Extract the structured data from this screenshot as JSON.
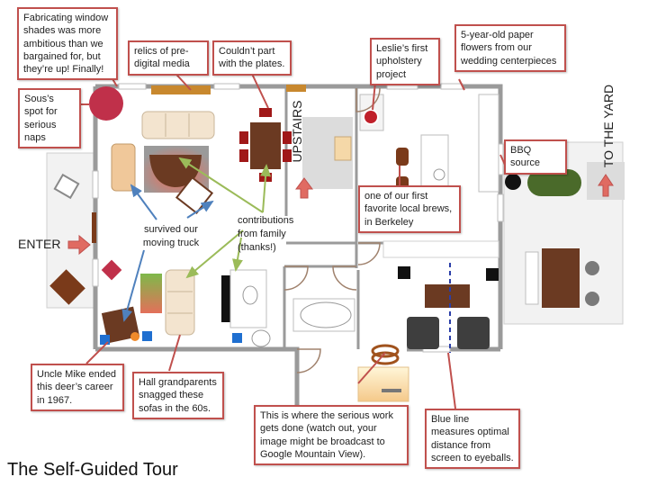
{
  "title": "The Self-Guided Tour",
  "labels": {
    "enter": "ENTER",
    "upstairs": "UPSTAIRS",
    "to_yard": "TO THE YARD",
    "survived": "survived our\nmoving truck",
    "contributions": "contributions\nfrom family\n(thanks!)"
  },
  "callouts": {
    "window_shades": "Fabricating window shades was more ambitious than we bargained for, but they’re up! Finally!",
    "relics": "relics of pre-digital media",
    "plates": "Couldn’t part with the plates.",
    "upholstery": "Leslie’s first upholstery project",
    "paper_flowers": "5-year-old paper flowers from our wedding centerpieces",
    "sous": "Sous’s spot for serious naps",
    "bbq": "BBQ source",
    "brews": "one of our first favorite local brews, in Berkeley",
    "uncle_mike": "Uncle Mike ended this deer’s career in 1967.",
    "grandparents": "Hall grandparents snagged these sofas in the 60s.",
    "serious_work": "This is where the serious work gets done (watch out, your image might be broadcast to Google Mountain View).",
    "blue_line": "Blue line measures optimal distance from screen to eyeballs."
  },
  "colors": {
    "callout_border": "#c0504d",
    "wall": "#9a9a9a",
    "arrow_red": "#e06b62",
    "arrow_green": "#9bbb59",
    "arrow_blue": "#4f81bd",
    "sofa": "#f3e4cf",
    "wood": "#6b3a22",
    "ottoman": "#c0304a",
    "grill": "#4a6a2a"
  }
}
